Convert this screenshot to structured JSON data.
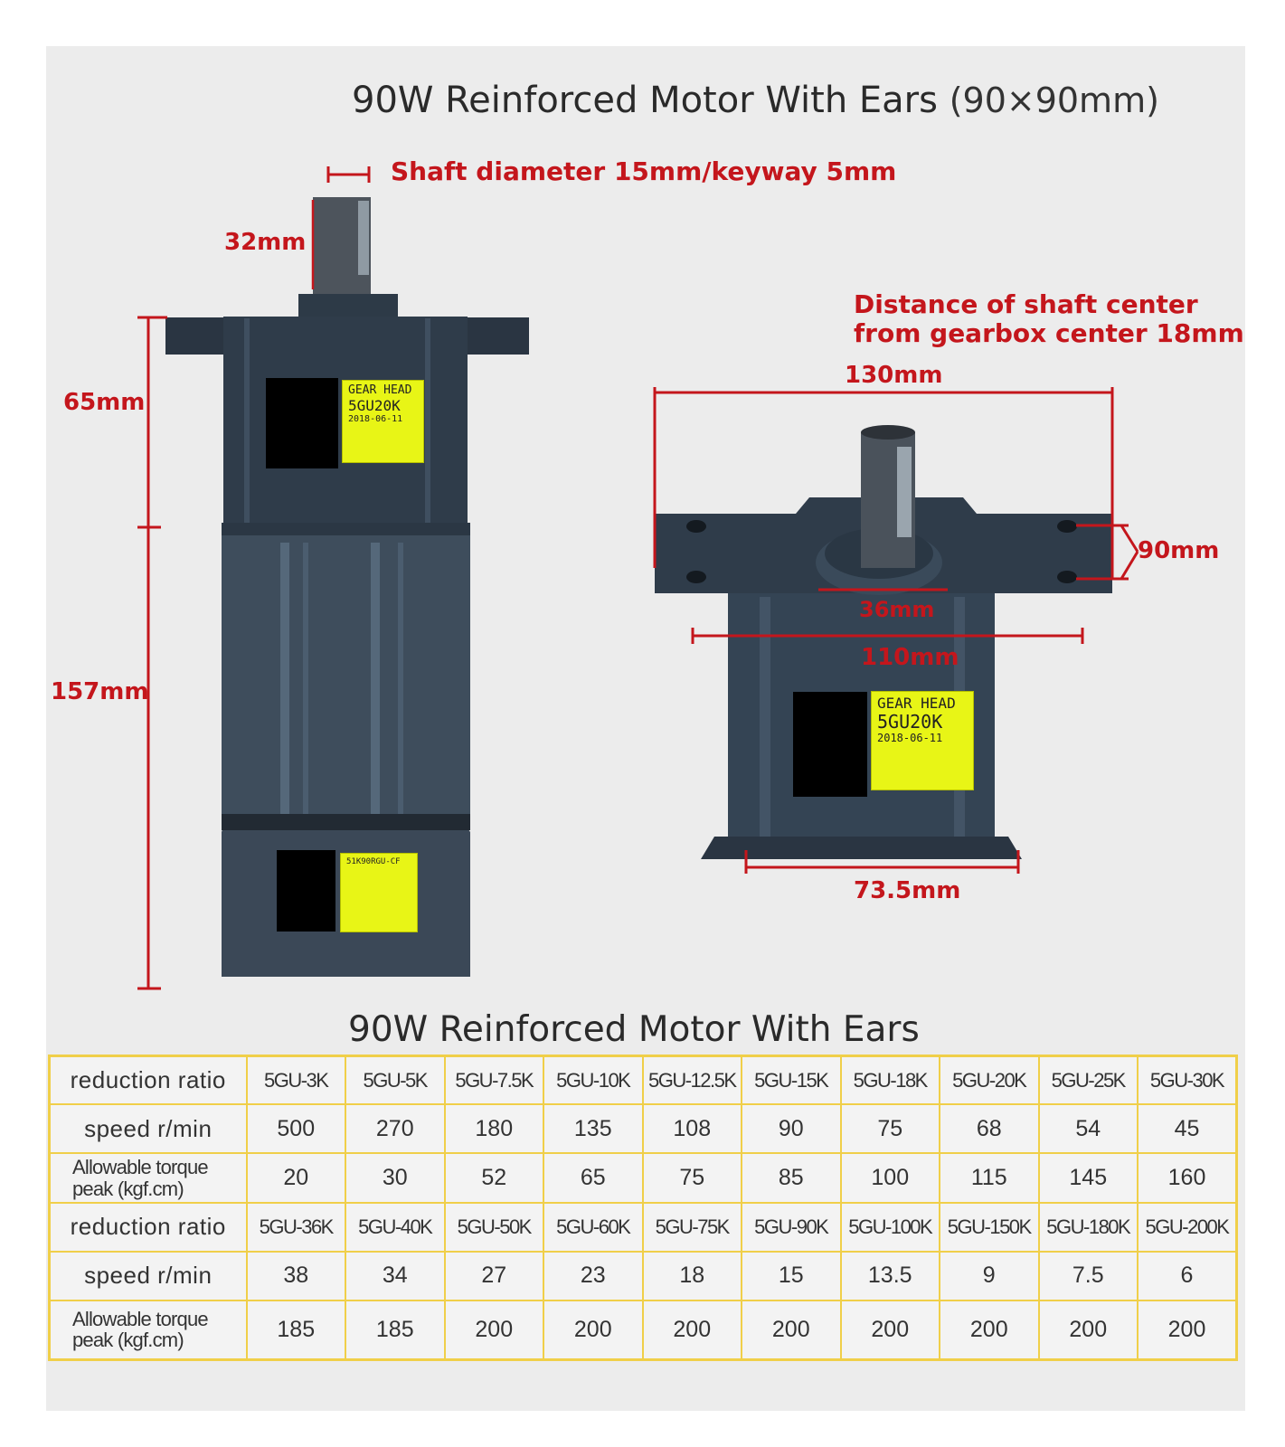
{
  "title": {
    "main": "90W Reinforced Motor With Ears",
    "dims": "(90×90mm)"
  },
  "annotations": {
    "shaft_diameter": "Shaft diameter 15mm/keyway 5mm",
    "shaft_length": "32mm",
    "gear_height": "65mm",
    "motor_height": "157mm",
    "shaft_offset_line1": "Distance of shaft center",
    "shaft_offset_line2": "from gearbox center 18mm",
    "width_ears": "130mm",
    "hole_spacing": "90mm",
    "hub": "36mm",
    "base_width": "110mm",
    "bottom_width": "73.5mm"
  },
  "gear_label": {
    "line1": "GEAR HEAD",
    "line2": "5GU20K",
    "line3": "2018-06-11"
  },
  "motor_label": {
    "line1": "51K90RGU-CF"
  },
  "colors": {
    "motor_body": "#3e4d5c",
    "accent_red": "#c4161c",
    "table_border": "#f0cf49",
    "label_yellow": "#e8f516"
  },
  "table": {
    "title": "90W Reinforced Motor With Ears",
    "rows": [
      {
        "header": "reduction ratio",
        "cells": [
          "5GU-3K",
          "5GU-5K",
          "5GU-7.5K",
          "5GU-10K",
          "5GU-12.5K",
          "5GU-15K",
          "5GU-18K",
          "5GU-20K",
          "5GU-25K",
          "5GU-30K"
        ]
      },
      {
        "header": "speed r/min",
        "cells": [
          "500",
          "270",
          "180",
          "135",
          "108",
          "90",
          "75",
          "68",
          "54",
          "45"
        ]
      },
      {
        "header": "Allowable torque peak (kgf.cm)",
        "cells": [
          "20",
          "30",
          "52",
          "65",
          "75",
          "85",
          "100",
          "115",
          "145",
          "160"
        ]
      },
      {
        "header": "reduction ratio",
        "cells": [
          "5GU-36K",
          "5GU-40K",
          "5GU-50K",
          "5GU-60K",
          "5GU-75K",
          "5GU-90K",
          "5GU-100K",
          "5GU-150K",
          "5GU-180K",
          "5GU-200K"
        ]
      },
      {
        "header": "speed r/min",
        "cells": [
          "38",
          "34",
          "27",
          "23",
          "18",
          "15",
          "13.5",
          "9",
          "7.5",
          "6"
        ]
      },
      {
        "header": "Allowable torque peak (kgf.cm)",
        "cells": [
          "185",
          "185",
          "200",
          "200",
          "200",
          "200",
          "200",
          "200",
          "200",
          "200"
        ]
      }
    ]
  }
}
